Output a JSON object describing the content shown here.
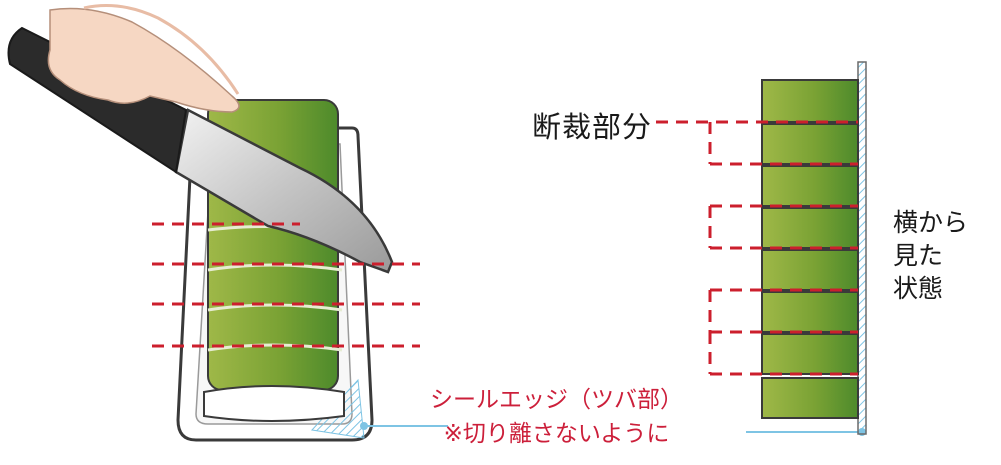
{
  "labels": {
    "cut_part": "断裁部分",
    "side_view": [
      "横から",
      "見た",
      "状態"
    ],
    "seal_edge_line1": "シールエッジ（ツバ部）",
    "seal_edge_line2": "※切り離さないように"
  },
  "illustration": {
    "left_scene": "hand-holding-knife-cutting-packaged-food",
    "right_scene": "side-view-stacked-slices",
    "left_cut_guides": 4,
    "right_slices": 8
  },
  "colors": {
    "cut_line": "#cc1f2d",
    "seal_label": "#cc1f3a",
    "text": "#1a1a1a",
    "food_light": "#8dab3e",
    "food_dark": "#4e8a2a",
    "leader_line": "#7ec4e4",
    "tray_outline": "#3a3a3a",
    "knife_blade": "#c8c8c8",
    "skin": "#f6d7c3"
  }
}
